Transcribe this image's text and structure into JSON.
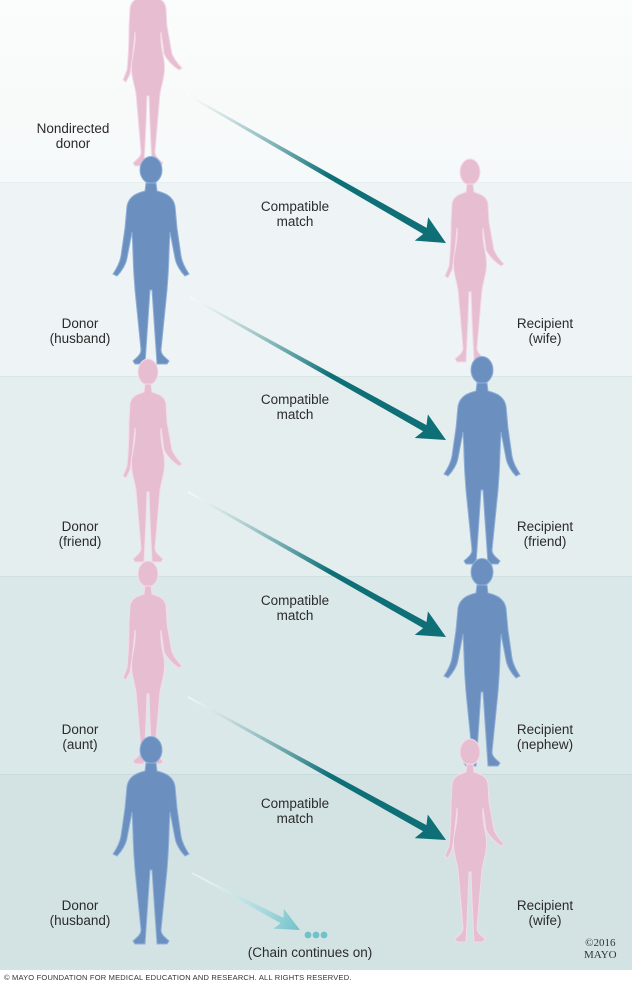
{
  "colors": {
    "female": "#e7bdd2",
    "female_outline": "#f3dbe7",
    "male": "#6b8fbf",
    "male_outline": "#8fb0d8",
    "arrow": "#0e6f77",
    "arrow_fade": "#ffffff",
    "arrow_light": "#6fc2c8"
  },
  "labels": {
    "nondirected_l1": "Nondirected",
    "nondirected_l2": "donor",
    "donor": "Donor",
    "recipient": "Recipient",
    "husband": "(husband)",
    "wife": "(wife)",
    "friend": "(friend)",
    "aunt": "(aunt)",
    "nephew": "(nephew)",
    "compatible": "Compatible",
    "match": "match",
    "chain_continues": "(Chain continues on)"
  },
  "copyright_mark": {
    "line1": "©2016",
    "line2": "MAYO"
  },
  "footer": "© MAYO FOUNDATION FOR MEDICAL EDUCATION AND RESEARCH. ALL RIGHTS RESERVED."
}
